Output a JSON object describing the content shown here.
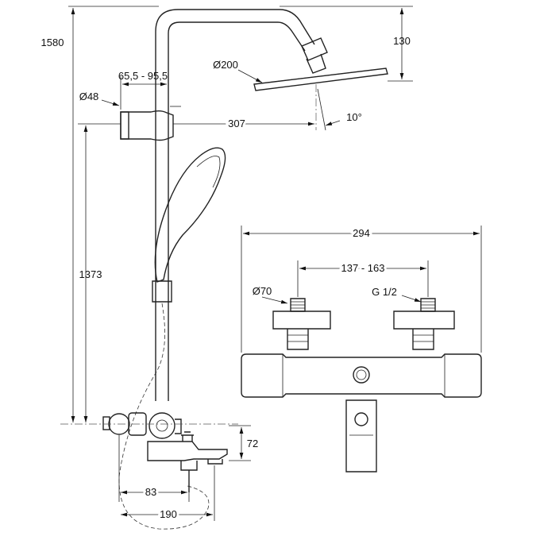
{
  "diagram": {
    "dimensions": {
      "total_height": "1580",
      "head_drop": "130",
      "head_diameter": "Ø200",
      "bracket_range": "65,5 - 95,5",
      "pipe_diameter": "Ø48",
      "arm_reach": "307",
      "tilt_angle": "10°",
      "bar_height": "1373",
      "mixer_width": "294",
      "inlet_spacing": "137 - 163",
      "rosette_diameter": "Ø70",
      "thread_size": "G 1/2",
      "spout_height": "72",
      "spout_offset": "83",
      "spout_reach": "190"
    }
  }
}
